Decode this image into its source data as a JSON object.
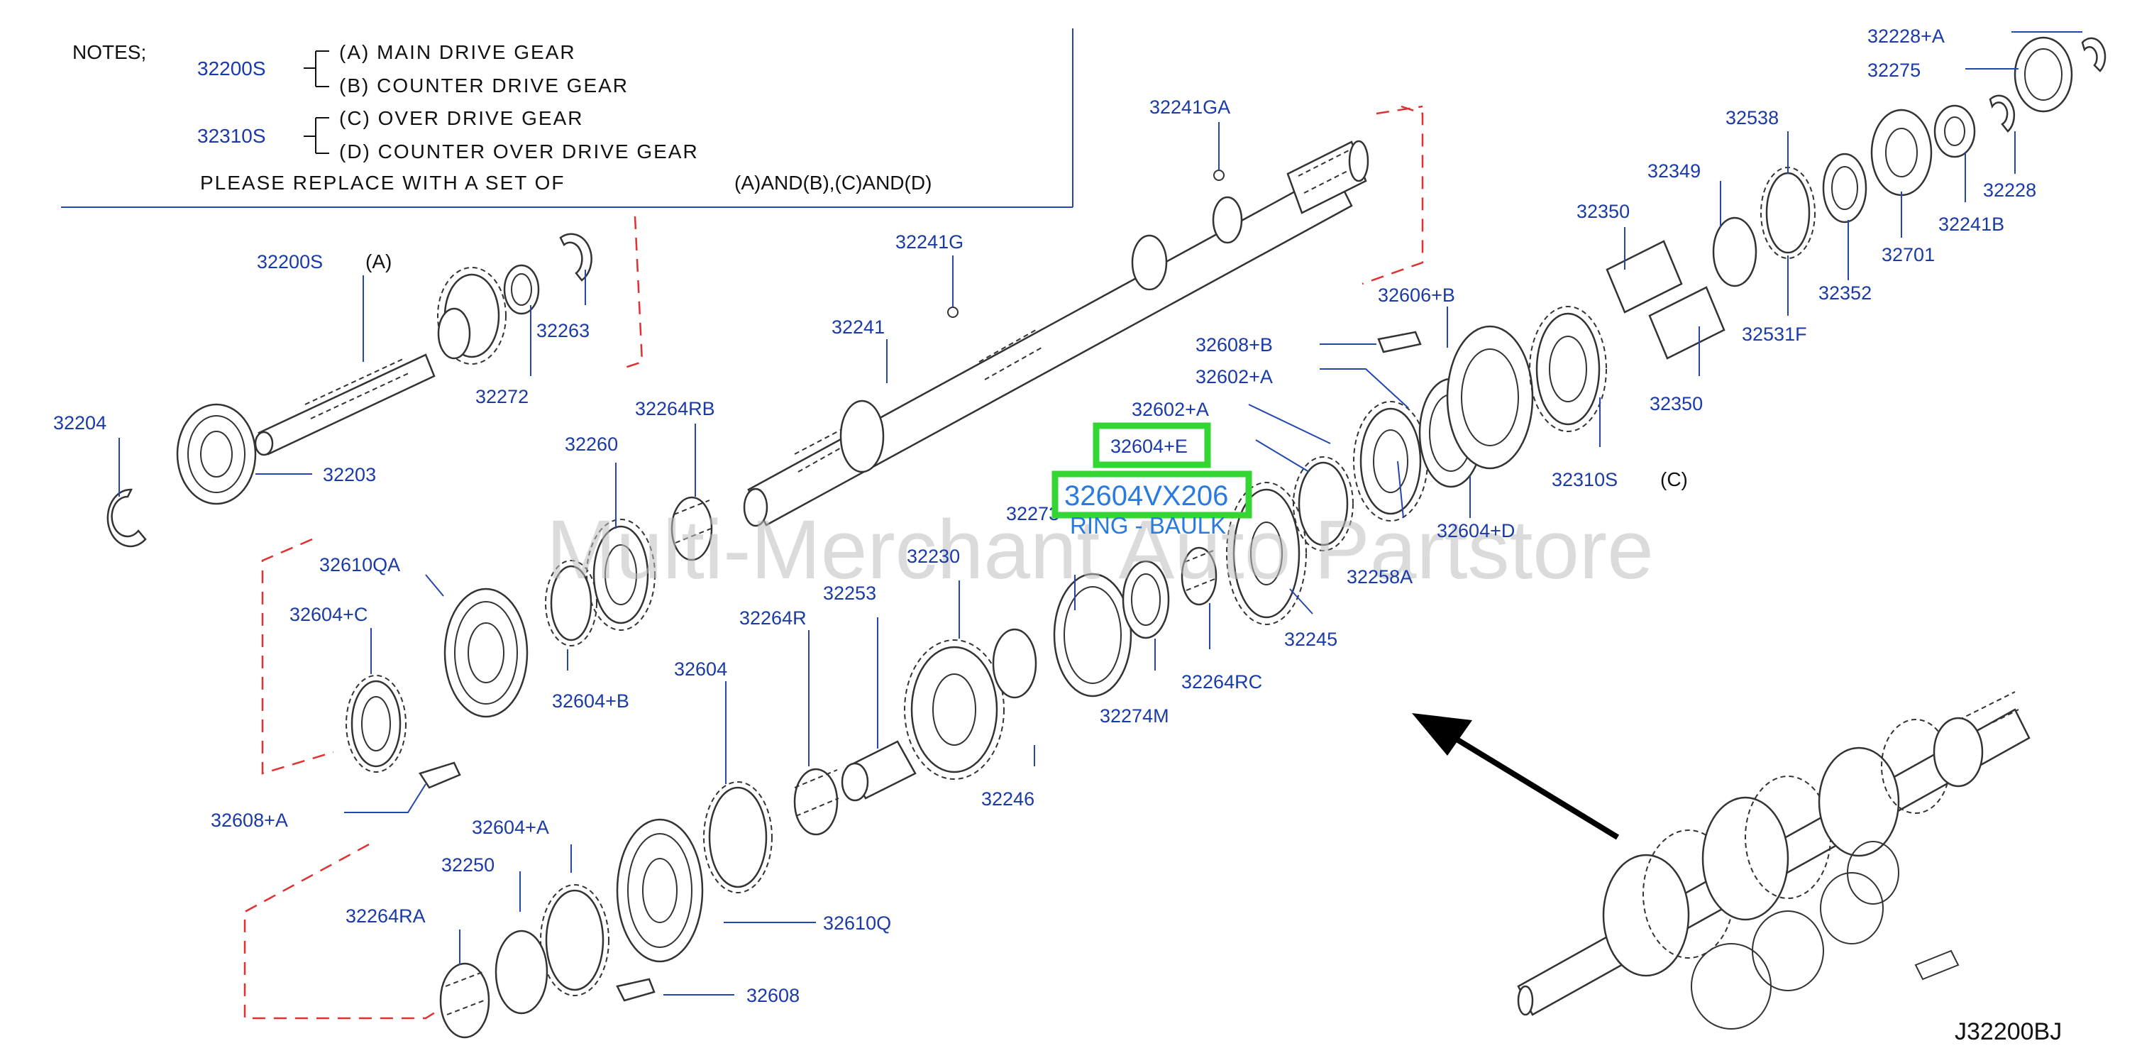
{
  "notes": {
    "heading": "NOTES;",
    "set1_part": "32200S",
    "set1_a": "(A)  MAIN  DRIVE  GEAR",
    "set1_b": "(B)  COUNTER  DRIVE  GEAR",
    "set2_part": "32310S",
    "set2_c": "(C)  OVER  DRIVE  GEAR",
    "set2_d": "(D)  COUNTER  OVER  DRIVE  GEAR",
    "replace": "PLEASE  REPLACE  WITH  A  SET  OF",
    "replace_sets": "(A)AND(B),(C)AND(D)"
  },
  "labels": {
    "p32200S": "32200S",
    "markA": "(A)",
    "p32263": "32263",
    "p32272": "32272",
    "p32204": "32204",
    "p32203": "32203",
    "p32260": "32260",
    "p32264RB": "32264RB",
    "p32241G": "32241G",
    "p32241": "32241",
    "p32241GA": "32241GA",
    "p32610QA": "32610QA",
    "p32604C": "32604+C",
    "p32604B": "32604+B",
    "p32608A": "32608+A",
    "p32230": "32230",
    "p32253": "32253",
    "p32264R": "32264R",
    "p32604": "32604",
    "p32604A": "32604+A",
    "p32250": "32250",
    "p32264RA": "32264RA",
    "p32610Q": "32610Q",
    "p32608": "32608",
    "p32246": "32246",
    "p32273": "32273",
    "p32274M": "32274M",
    "p32264RC": "32264RC",
    "p32245": "32245",
    "p32604E": "32604+E",
    "p32602A1": "32602+A",
    "p32602A2": "32602+A",
    "p32608B": "32608+B",
    "p32606B": "32606+B",
    "p32258A": "32258A",
    "p32604D": "32604+D",
    "p32310S": "32310S",
    "markC": "(C)",
    "p32350a": "32350",
    "p32350b": "32350",
    "p32349": "32349",
    "p32538": "32538",
    "p32531F": "32531F",
    "p32352": "32352",
    "p32701": "32701",
    "p32241B": "32241B",
    "p32228": "32228",
    "p32275": "32275",
    "p32228A": "32228+A"
  },
  "highlight": {
    "part_number": "32604VX206",
    "description": "RING - BAULK"
  },
  "watermark": "Multi-Merchant Auto Partstore",
  "diagram_code": "J32200BJ",
  "colors": {
    "label_blue": "#1a3aa8",
    "highlight_green": "#33d633",
    "highlight_text": "#2a7be0",
    "dashed_red": "#e03030"
  }
}
